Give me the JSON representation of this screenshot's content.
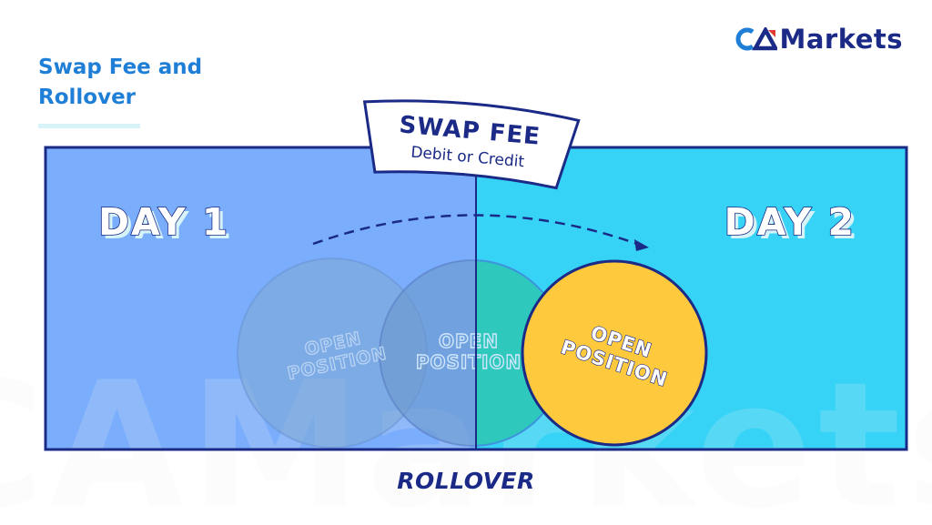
{
  "title": {
    "line1": "Swap Fee and",
    "line2": "Rollover"
  },
  "logo": {
    "prefix": "CA",
    "suffix": "Markets"
  },
  "watermark": "CAMarkets",
  "banner": {
    "heading": "SWAP FEE",
    "subheading": "Debit or Credit"
  },
  "panels": [
    {
      "label": "DAY 1",
      "color": "#7aaefc"
    },
    {
      "label": "DAY 2",
      "color": "#36d3f7"
    }
  ],
  "positions": [
    {
      "line1": "OPEN",
      "line2": "POSITION"
    },
    {
      "line1": "OPEN",
      "line2": "POSITION"
    },
    {
      "line1": "OPEN",
      "line2": "POSITION"
    }
  ],
  "rollover_label": "ROLLOVER",
  "colors": {
    "navy": "#1a2a86",
    "accent_blue": "#1f7fd6",
    "yellow": "#fec93d"
  }
}
